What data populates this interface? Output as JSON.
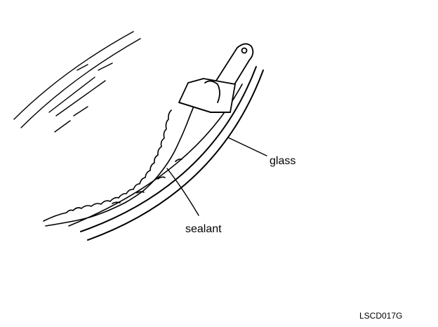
{
  "labels": {
    "glass": "glass",
    "sealant": "sealant",
    "figure_code": "LSCD017G"
  },
  "colors": {
    "ink": "#000000",
    "paper": "#ffffff"
  }
}
